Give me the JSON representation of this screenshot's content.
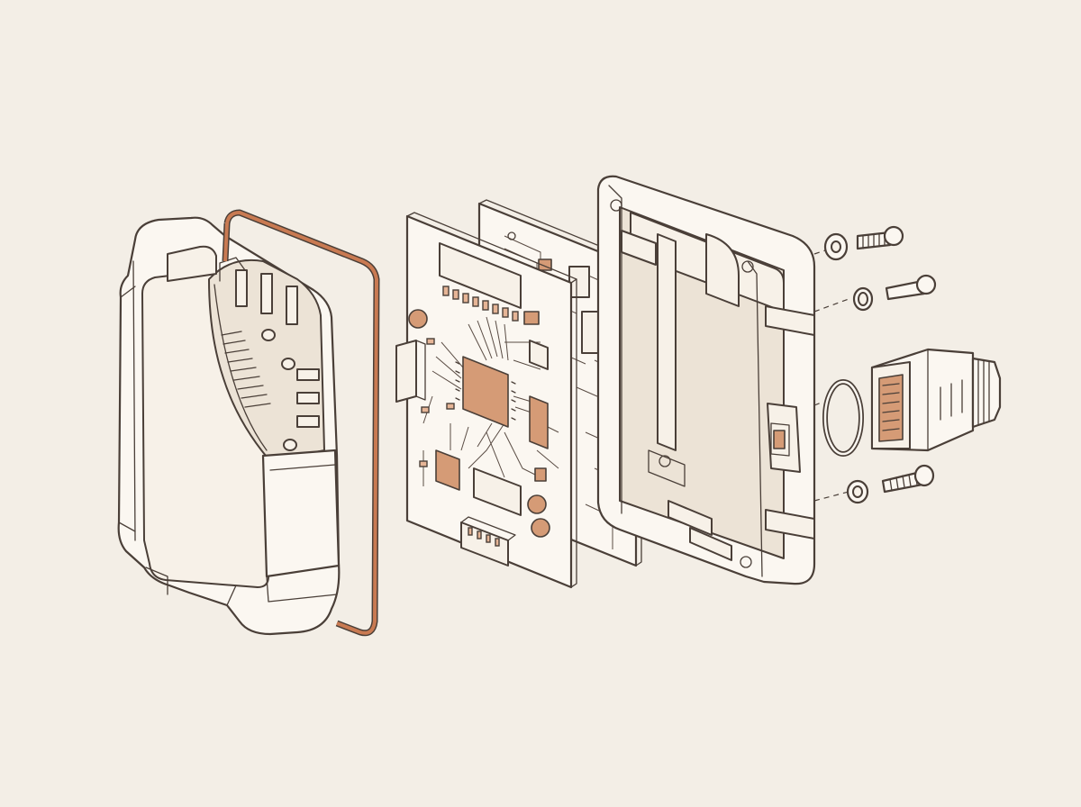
{
  "palette": {
    "background": "#f3eee6",
    "outline": "#4a3f38",
    "part_fill": "#fbf7f1",
    "accent_copper": "#d59b76",
    "gasket": "#b4643f"
  },
  "parts": {
    "front_cover": "front-cover",
    "gasket": "gasket-seal",
    "main_board": "main-circuit-board",
    "secondary_board": "secondary-circuit-board",
    "rear_housing": "rear-housing",
    "fasteners": [
      "washer",
      "screw",
      "o-ring-washer",
      "screw",
      "washer",
      "screw"
    ],
    "connector": "cable-connector",
    "connector_seal": "connector-o-ring"
  }
}
